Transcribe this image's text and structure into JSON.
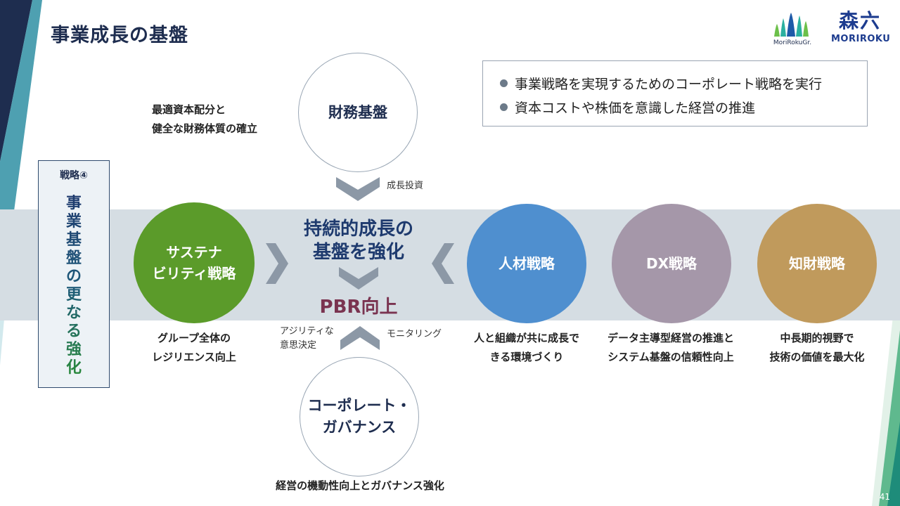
{
  "title": "事業成長の基盤",
  "logos": {
    "group_caption": "MoriRokuGr.",
    "brand_kanji": "森六",
    "brand_latin": "MORIROKU"
  },
  "summary": {
    "items": [
      "事業戦略を実現するためのコーポレート戦略を実行",
      "資本コストや株価を意識した経営の推進"
    ]
  },
  "sidebar": {
    "tag": "戦略④",
    "vertical_chars": [
      "事",
      "業",
      "基",
      "盤",
      "の",
      "更",
      "な",
      "る",
      "強",
      "化"
    ]
  },
  "finance": {
    "circle": "財務基盤",
    "caption_line1": "最適資本配分と",
    "caption_line2": "健全な財務体質の確立",
    "arrow_label": "成長投資"
  },
  "center": {
    "title_line1": "持続的成長の",
    "title_line2": "基盤を強化",
    "pbr": "PBR向上"
  },
  "sustainability": {
    "circle_line1": "サステナ",
    "circle_line2": "ビリティ戦略",
    "caption_line1": "グループ全体の",
    "caption_line2": "レジリエンス向上",
    "color": "#5b9b2a"
  },
  "hr": {
    "circle": "人材戦略",
    "caption_line1": "人と組織が共に成長で",
    "caption_line2": "きる環境づくり",
    "color": "#4f8fcf"
  },
  "dx": {
    "circle": "DX戦略",
    "caption_line1": "データ主導型経営の推進と",
    "caption_line2": "システム基盤の信頼性向上",
    "color": "#a597a9"
  },
  "ip": {
    "circle": "知財戦略",
    "caption_line1": "中長期的視野で",
    "caption_line2": "技術の価値を最大化",
    "color": "#c09a5c"
  },
  "governance": {
    "circle_line1": "コーポレート・",
    "circle_line2": "ガバナンス",
    "caption": "経営の機動性向上とガバナンス強化",
    "left_label_line1": "アジリティな",
    "left_label_line2": "意思決定",
    "right_label": "モニタリング"
  },
  "page_number": "41"
}
